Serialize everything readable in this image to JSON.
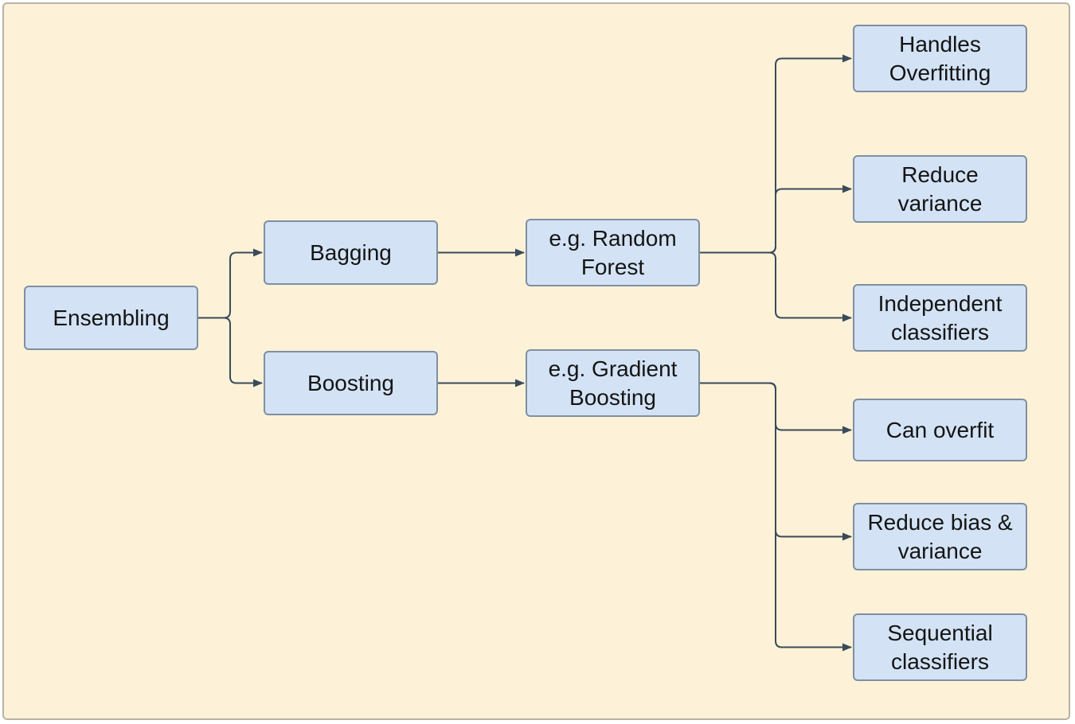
{
  "diagram": {
    "nodes": {
      "ensembling": "Ensembling",
      "bagging": "Bagging",
      "boosting": "Boosting",
      "random_forest": "e.g. Random Forest",
      "gradient_boosting": "e.g. Gradient Boosting",
      "handles_overfitting": "Handles Overfitting",
      "reduce_variance": "Reduce variance",
      "independent_classifiers": "Independent classifiers",
      "can_overfit": "Can overfit",
      "reduce_bias_variance": "Reduce bias & variance",
      "sequential_classifiers": "Sequential classifiers"
    },
    "edges": [
      [
        "ensembling",
        "bagging"
      ],
      [
        "ensembling",
        "boosting"
      ],
      [
        "bagging",
        "random_forest"
      ],
      [
        "boosting",
        "gradient_boosting"
      ],
      [
        "random_forest",
        "handles_overfitting"
      ],
      [
        "random_forest",
        "reduce_variance"
      ],
      [
        "random_forest",
        "independent_classifiers"
      ],
      [
        "gradient_boosting",
        "can_overfit"
      ],
      [
        "gradient_boosting",
        "reduce_bias_variance"
      ],
      [
        "gradient_boosting",
        "sequential_classifiers"
      ]
    ],
    "colors": {
      "background": "#fdf2d8",
      "node_fill": "#d3e3f5",
      "node_border": "#7f8fa1",
      "edge": "#3a4a5a"
    }
  }
}
